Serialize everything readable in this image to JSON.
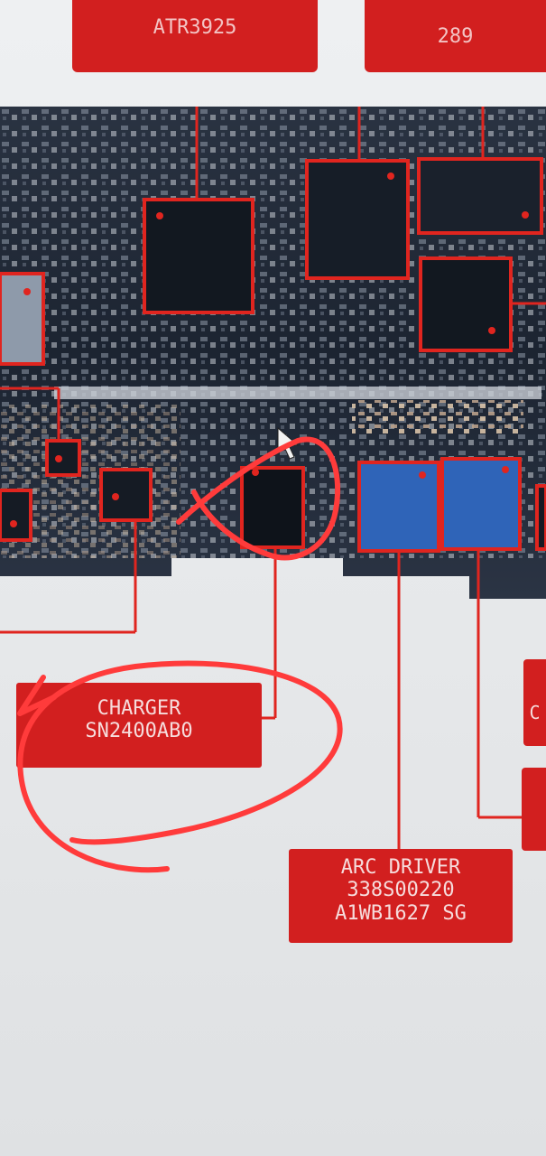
{
  "labels": {
    "top_left": "ATR3925",
    "top_right": "289",
    "charger_line1": "CHARGER",
    "charger_line2": "SN2400AB0",
    "arc_line1": "ARC DRIVER",
    "arc_line2": "338S00220",
    "arc_line3": "A1WB1627 SG",
    "right_partial": "C"
  },
  "colors": {
    "label_red": "#d21f1f",
    "annotation_red": "#ff3b3b",
    "board_dark": "#1c2431",
    "chip_blue": "#2f64b8"
  }
}
